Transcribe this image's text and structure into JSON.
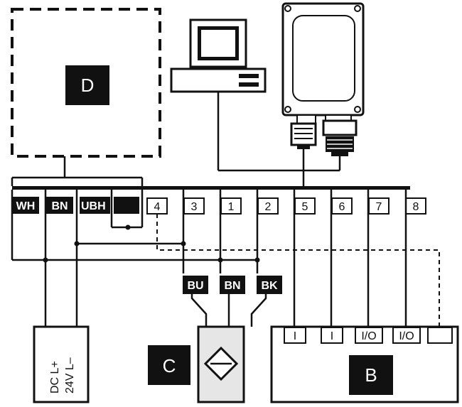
{
  "boxes": {
    "d": "D",
    "c": "C",
    "b": "B"
  },
  "connector_labels": {
    "wh": "WH",
    "bn": "BN",
    "ubh": "UBH"
  },
  "pins": [
    "4",
    "3",
    "1",
    "2",
    "5",
    "6",
    "7",
    "8"
  ],
  "sensor_wires": {
    "bu": "BU",
    "bn": "BN",
    "bk": "BK"
  },
  "power_supply": {
    "line1": "DC  L+",
    "line2": "24V L–"
  },
  "b_inputs": [
    "I",
    "I",
    "I/O",
    "I/O"
  ]
}
